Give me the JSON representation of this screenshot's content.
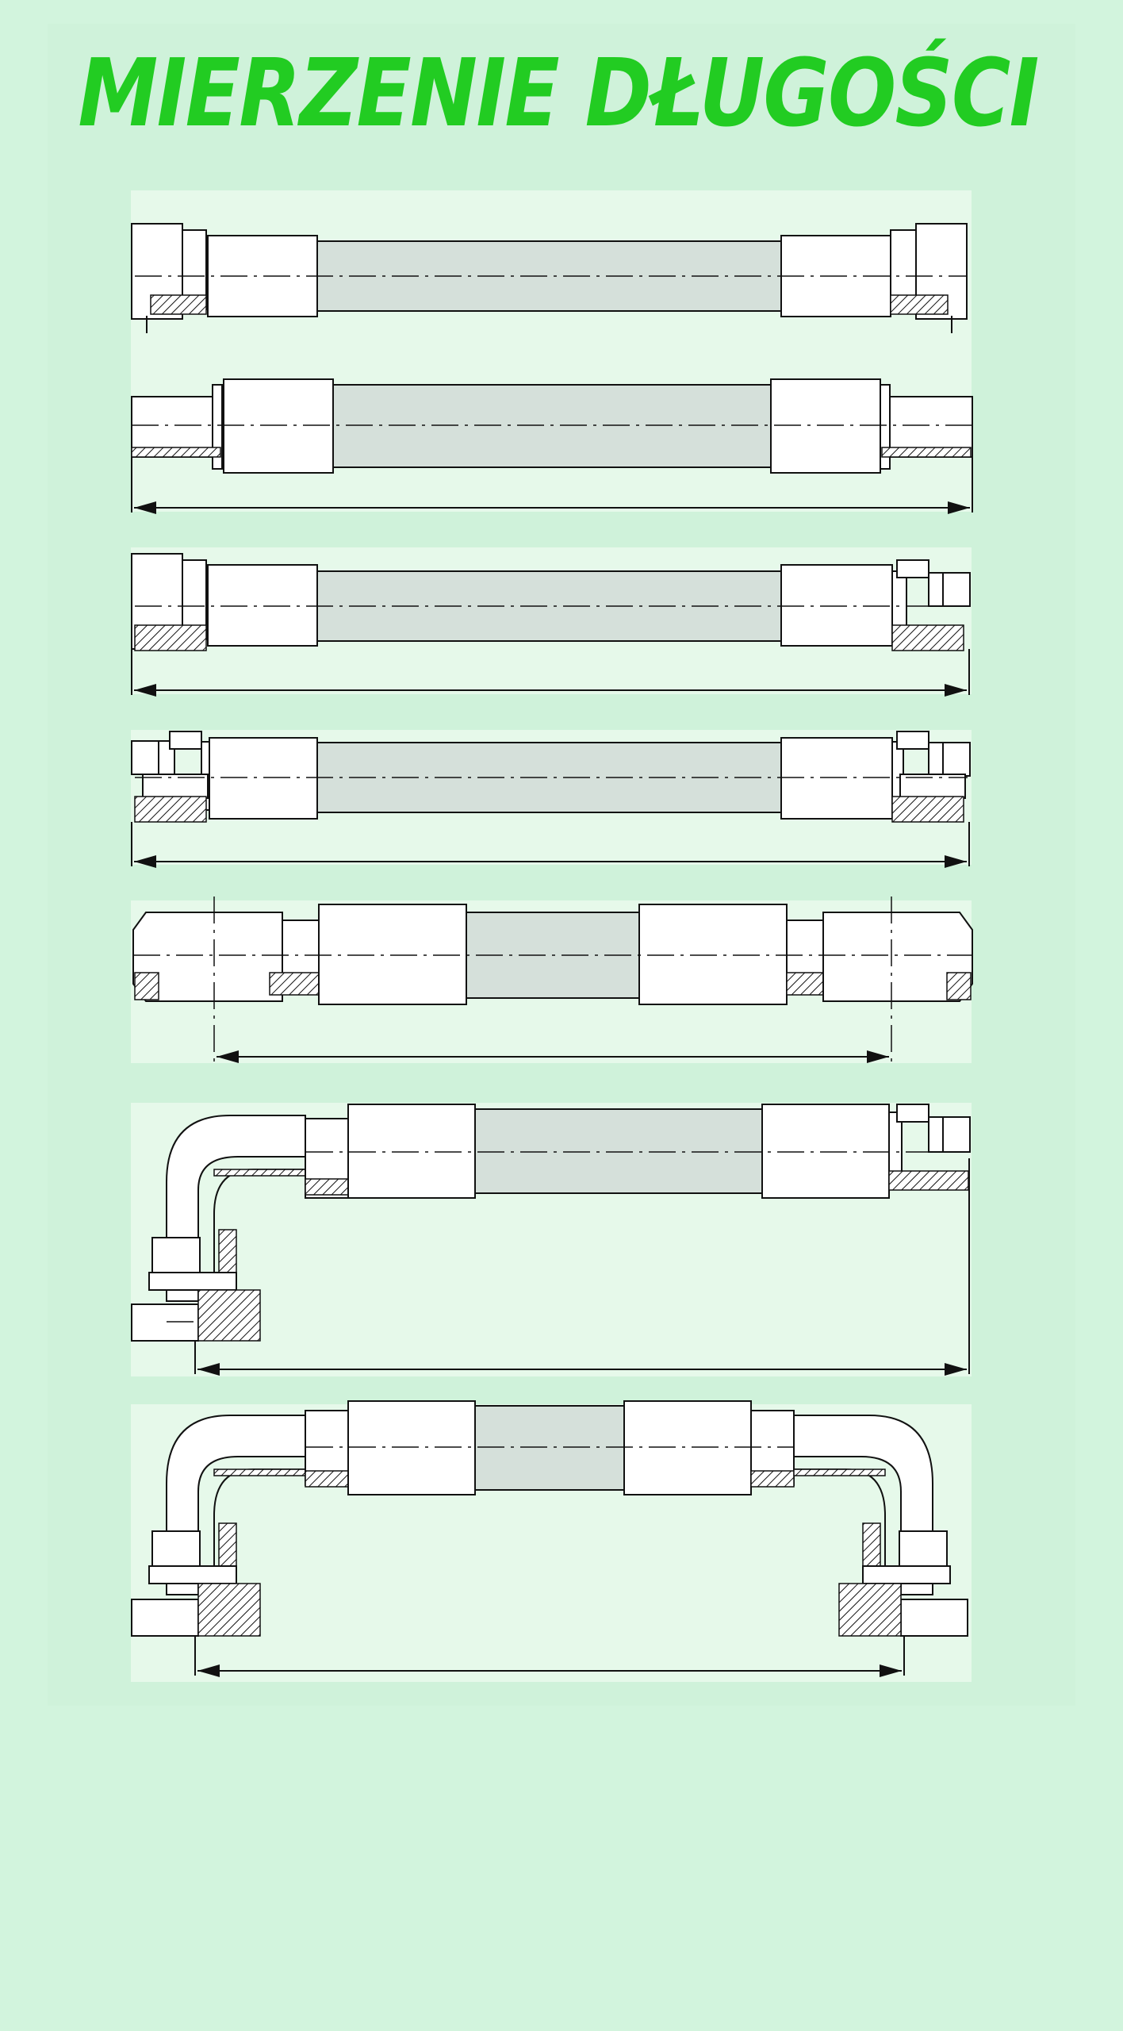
{
  "title": "MIERZENIE DŁUGOŚCI",
  "colors": {
    "background": "#d2f4dd",
    "title": "#22cc22",
    "hose": "#d5e0da",
    "fitting": "#ffffff",
    "line": "#111111"
  },
  "diagrams": [
    {
      "id": "straight-female-both-ends"
    },
    {
      "id": "straight-male-tube-both-ends"
    },
    {
      "id": "female-one-end-male-other"
    },
    {
      "id": "male-both-ends"
    },
    {
      "id": "flange-both-ends"
    },
    {
      "id": "elbow-one-end"
    },
    {
      "id": "elbow-both-ends"
    }
  ]
}
